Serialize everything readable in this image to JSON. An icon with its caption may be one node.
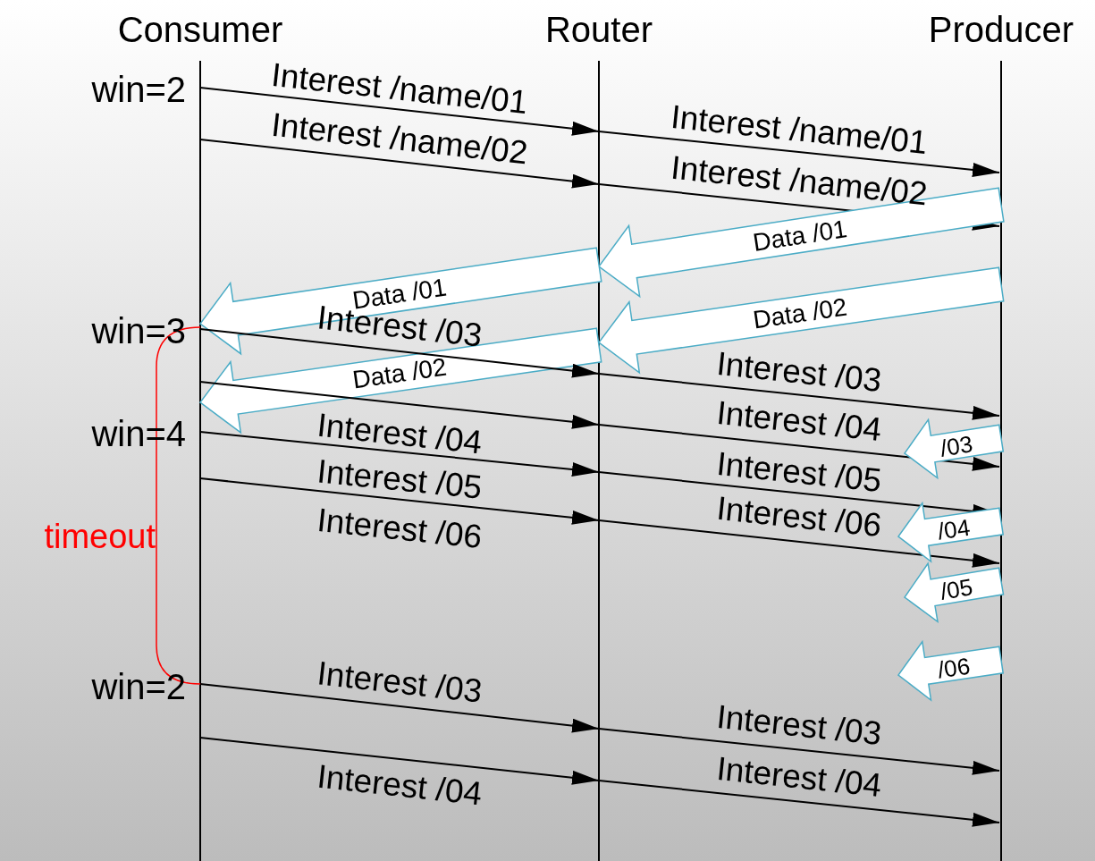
{
  "diagram": {
    "nodes": [
      {
        "text": [
          "Consumer"
        ]
      },
      {
        "text": [
          "Router"
        ]
      },
      {
        "text": [
          "Producer"
        ]
      }
    ],
    "edges": [
      {
        "from": 0,
        "to": 1,
        "arrow": "to",
        "label": "Interest /name/01"
      },
      {
        "from": 1,
        "to": 2,
        "arrow": "to",
        "label": "Interest /name/01"
      },
      {
        "from": 0,
        "to": 1,
        "arrow": "to",
        "label": "Interest /name/02"
      },
      {
        "from": 1,
        "to": 2,
        "arrow": "to",
        "label": "Interest /name/02"
      },
      {
        "from": 2,
        "to": 1,
        "arrow": "to",
        "label": "Data /01",
        "style": "thick",
        "color": "#4bacc6"
      },
      {
        "from": 1,
        "to": 0,
        "arrow": "to",
        "label": "Data /01",
        "style": "thick",
        "color": "#4bacc6"
      },
      {
        "from": 2,
        "to": 1,
        "arrow": "to",
        "label": "Data /02",
        "style": "thick",
        "color": "#4bacc6"
      },
      {
        "from": 1,
        "to": 0,
        "arrow": "to",
        "label": "Data /02",
        "style": "thick",
        "color": "#4bacc6"
      },
      {
        "from": 0,
        "to": 1,
        "arrow": "to",
        "label": "Interest /03"
      },
      {
        "from": 1,
        "to": 2,
        "arrow": "to",
        "label": "Interest /03"
      },
      {
        "from": 0,
        "to": 1,
        "arrow": "to",
        "label": "Interest /04"
      },
      {
        "from": 1,
        "to": 2,
        "arrow": "to",
        "label": "Interest /04"
      },
      {
        "from": 0,
        "to": 1,
        "arrow": "to",
        "label": "Interest /05"
      },
      {
        "from": 1,
        "to": 2,
        "arrow": "to",
        "label": "Interest /05"
      },
      {
        "from": 0,
        "to": 1,
        "arrow": "to",
        "label": "Interest /06"
      },
      {
        "from": 1,
        "to": 2,
        "arrow": "to",
        "label": "Interest /06"
      },
      {
        "from": 2,
        "to": null,
        "arrow": "to",
        "label": "/03",
        "style": "thick",
        "color": "#4bacc6"
      },
      {
        "from": 2,
        "to": null,
        "arrow": "to",
        "label": "/04",
        "style": "thick",
        "color": "#4bacc6"
      },
      {
        "from": 2,
        "to": null,
        "arrow": "to",
        "label": "/05",
        "style": "thick",
        "color": "#4bacc6"
      },
      {
        "from": 2,
        "to": null,
        "arrow": "to",
        "label": "/06",
        "style": "thick",
        "color": "#4bacc6"
      },
      {
        "from": 0,
        "to": 1,
        "arrow": "to",
        "label": "Interest /03"
      },
      {
        "from": 1,
        "to": 2,
        "arrow": "to",
        "label": "Interest /03"
      },
      {
        "from": 0,
        "to": 1,
        "arrow": "to",
        "label": "Interest /04"
      },
      {
        "from": 1,
        "to": 2,
        "arrow": "to",
        "label": "Interest /04"
      }
    ],
    "labels": [
      "win=2",
      "win=3",
      "win=4",
      "timeout",
      "win=2"
    ]
  }
}
